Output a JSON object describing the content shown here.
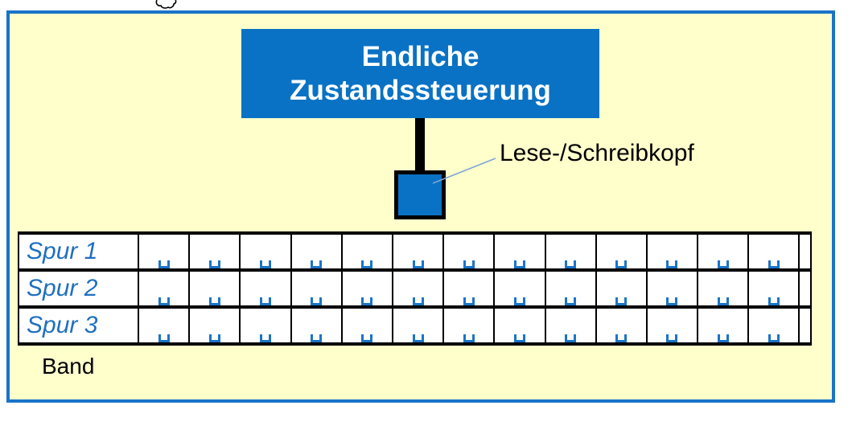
{
  "diagram": {
    "controller": {
      "line1": "Endliche",
      "line2": "Zustandssteuerung"
    },
    "head": {
      "label": "Lese-/Schreibkopf"
    },
    "tape": {
      "label": "Band",
      "tracks": [
        "Spur 1",
        "Spur 2",
        "Spur 3"
      ],
      "cells_per_track": 13,
      "blank_symbol": "␣"
    }
  },
  "colors": {
    "panel_bg": "#ffffcc",
    "panel_border": "#1a74c8",
    "controller_fill": "#0a72c4",
    "controller_text": "#ffffff",
    "head_fill": "#0a72c4",
    "stem_color": "#000000",
    "table_line": "#000000",
    "cell_bg": "#ffffff",
    "track_label": "#1f6fc0",
    "blank_color": "#1a74c8",
    "pointer_line": "#7ea6d6",
    "scribble_stroke": "#000000"
  }
}
